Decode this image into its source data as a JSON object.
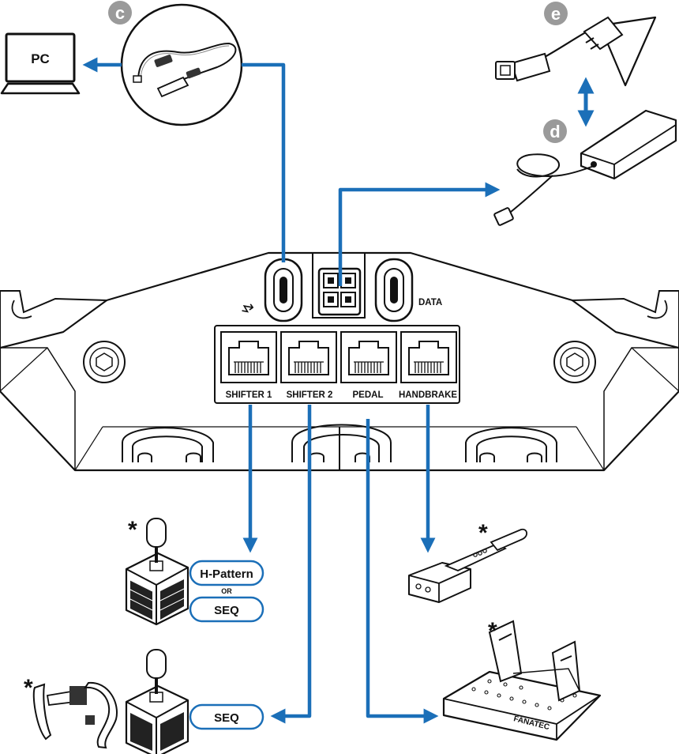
{
  "pc": {
    "label": "PC"
  },
  "badges": {
    "c": "c",
    "d": "d",
    "e": "e"
  },
  "base": {
    "usb_symbol": "↯",
    "data_label": "DATA",
    "ports": {
      "shifter1": "SHIFTER 1",
      "shifter2": "SHIFTER 2",
      "pedal": "PEDAL",
      "handbrake": "HANDBRAKE"
    }
  },
  "shifter_modes": {
    "h_pattern": "H-Pattern",
    "or": "OR",
    "seq": "SEQ",
    "seq_lower": "SEQ"
  },
  "optional_marker": "*",
  "pedals": {
    "brand": "FANATEC"
  },
  "colors": {
    "arrow": "#1b6fb8",
    "line": "#111111",
    "badge": "#9a9a9a"
  }
}
